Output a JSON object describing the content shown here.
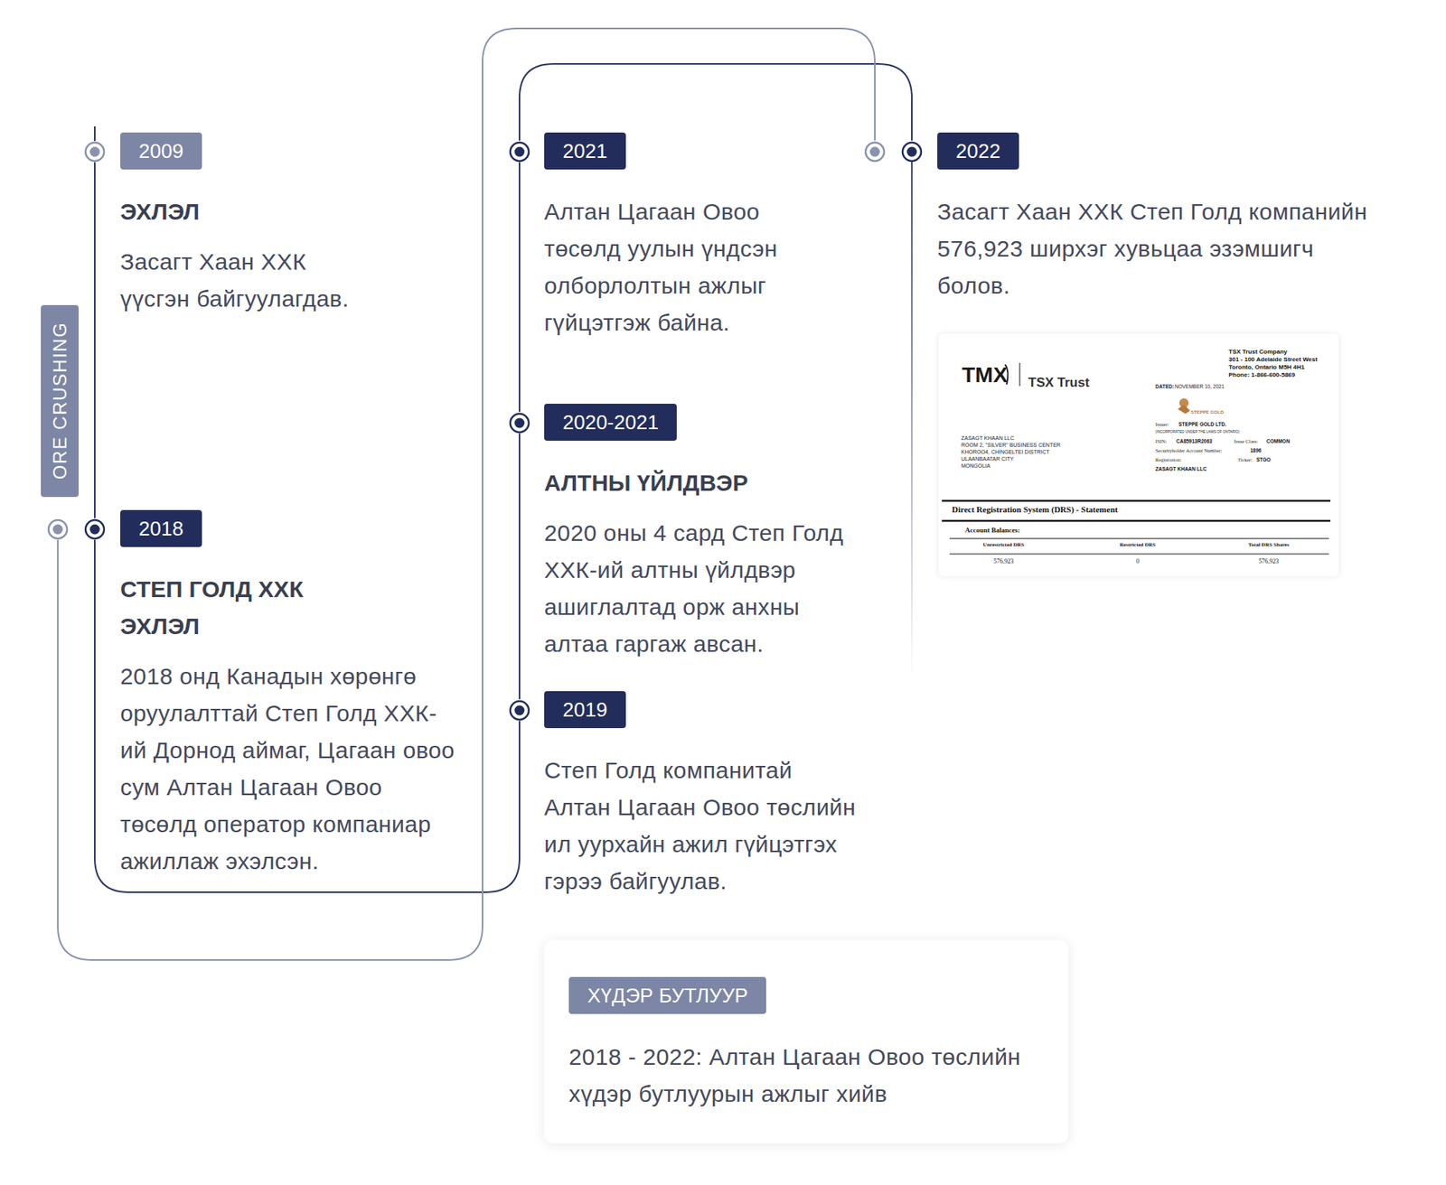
{
  "diagram": {
    "nodes": [
      {
        "text": [
          "2009",
          "ЭХЛЭЛ",
          "Засагт Хаан ХХК үүсгэн байгуулагдав."
        ]
      },
      {
        "text": [
          "ORE CRUSHING"
        ]
      },
      {
        "text": [
          "2018",
          "СТЕП ГОЛД ХХК ЭХЛЭЛ",
          "2018 онд Канадын хөрөнгө оруулалттай Степ Голд ХХК-ий Дорнод аймаг, Цагаан овоо сум Алтан Цагаан Овоо төсөлд оператор компаниар ажиллаж эхэлсэн."
        ]
      },
      {
        "text": [
          "2021",
          "Алтан Цагаан Овоо төсөлд уулын үндсэн олборлолтын ажлыг гүйцэтгэж байна."
        ]
      },
      {
        "text": [
          "2020-2021",
          "АЛТНЫ ҮЙЛДВЭР",
          "2020 оны 4 сард Степ Голд ХХК-ий алтны үйлдвэр ашиглалтад орж анхны алтаа гаргаж авсан."
        ]
      },
      {
        "text": [
          "2019",
          "Степ Голд компанитай Алтан Цагаан Овоо төслийн ил уурхайн ажил гүйцэтгэх гэрээ байгуулав."
        ]
      },
      {
        "text": [
          "2022",
          "Засагт Хаан ХХК Степ Голд компанийн 576,923 ширхэг хувьцаа эзэмшигч болов."
        ]
      },
      {
        "text": [
          "ХҮДЭР БУТЛУУР",
          "2018 - 2022: Алтан Цагаан Овоо төслийн хүдэр бутлуурын ажлыг хийв"
        ]
      }
    ],
    "edges": [
      {
        "from": 0,
        "to": 2,
        "arrow": "none"
      },
      {
        "from": 2,
        "to": 5,
        "arrow": "none"
      },
      {
        "from": 5,
        "to": 4,
        "arrow": "none"
      },
      {
        "from": 4,
        "to": 3,
        "arrow": "none"
      },
      {
        "from": 3,
        "to": 6,
        "arrow": "none"
      },
      {
        "from": 2,
        "to": 6,
        "arrow": "none"
      }
    ],
    "labels": [
      "TMX",
      "TSX Trust",
      "TSX Trust Company",
      "301 - 100 Adelaide Street West",
      "Toronto, Ontario M5H 4H1",
      "Phone: 1-866-600-5869",
      "DATED:",
      "NOVEMBER 10, 2021",
      "STEPPE GOLD",
      "ZASAGT KHAAN LLC",
      "ROOM 2, \"SILVER\" BUSINESS CENTER",
      "KHOROO4, CHINGELTEI DISTRICT",
      "ULAANBAATAR CITY",
      "MONGOLIA",
      "Issuer:",
      "STEPPE GOLD LTD.",
      "(INCORPORATED UNDER THE LAWS OF ONTARIO)",
      "ISIN:",
      "CA85913R2063",
      "Issue Class:",
      "COMMON",
      "Securityholder Account Number:",
      "1896",
      "Registration:",
      "Ticker:",
      "STGO",
      "ZASAGT KHAAN LLC",
      "Direct Registration System (DRS) - Statement",
      "Account Balances:",
      "Unrestricted DRS",
      "Restricted DRS",
      "Total DRS Shares",
      "576,923",
      "0",
      "576,923"
    ]
  }
}
